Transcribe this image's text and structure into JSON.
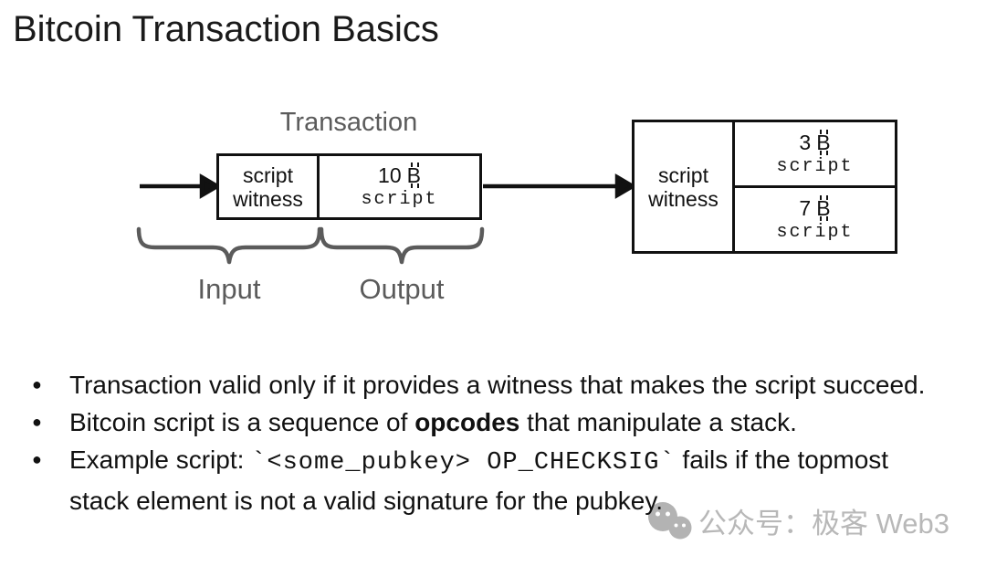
{
  "title": "Bitcoin Transaction Basics",
  "diagram": {
    "transaction_label": "Transaction",
    "input_label": "Input",
    "output_label": "Output",
    "currency_icon": "bitcoin-b-symbol",
    "gray_color": "#5b5b5b",
    "line_color": "#111111",
    "tx_box": {
      "witness_line1": "script",
      "witness_line2": "witness",
      "output_amount": "10",
      "output_script": "script"
    },
    "result_box": {
      "witness_line1": "script",
      "witness_line2": "witness",
      "outputs": [
        {
          "amount": "3",
          "script": "script"
        },
        {
          "amount": "7",
          "script": "script"
        }
      ]
    }
  },
  "bullets": [
    {
      "segments": [
        {
          "text": "Transaction valid only if it provides a witness that makes the script succeed.",
          "style": "normal"
        }
      ]
    },
    {
      "segments": [
        {
          "text": "Bitcoin script is a sequence of ",
          "style": "normal"
        },
        {
          "text": "opcodes",
          "style": "bold"
        },
        {
          "text": " that manipulate a stack.",
          "style": "normal"
        }
      ]
    },
    {
      "segments": [
        {
          "text": "Example script: ",
          "style": "normal"
        },
        {
          "text": "`<some_pubkey> OP_CHECKSIG`",
          "style": "mono"
        },
        {
          "text": " fails if the topmost stack element is not a valid signature for the pubkey.",
          "style": "normal"
        }
      ]
    }
  ],
  "watermark": {
    "icon": "wechat-icon",
    "text": "公众号：极客 Web3",
    "color": "#b2b2b2"
  }
}
